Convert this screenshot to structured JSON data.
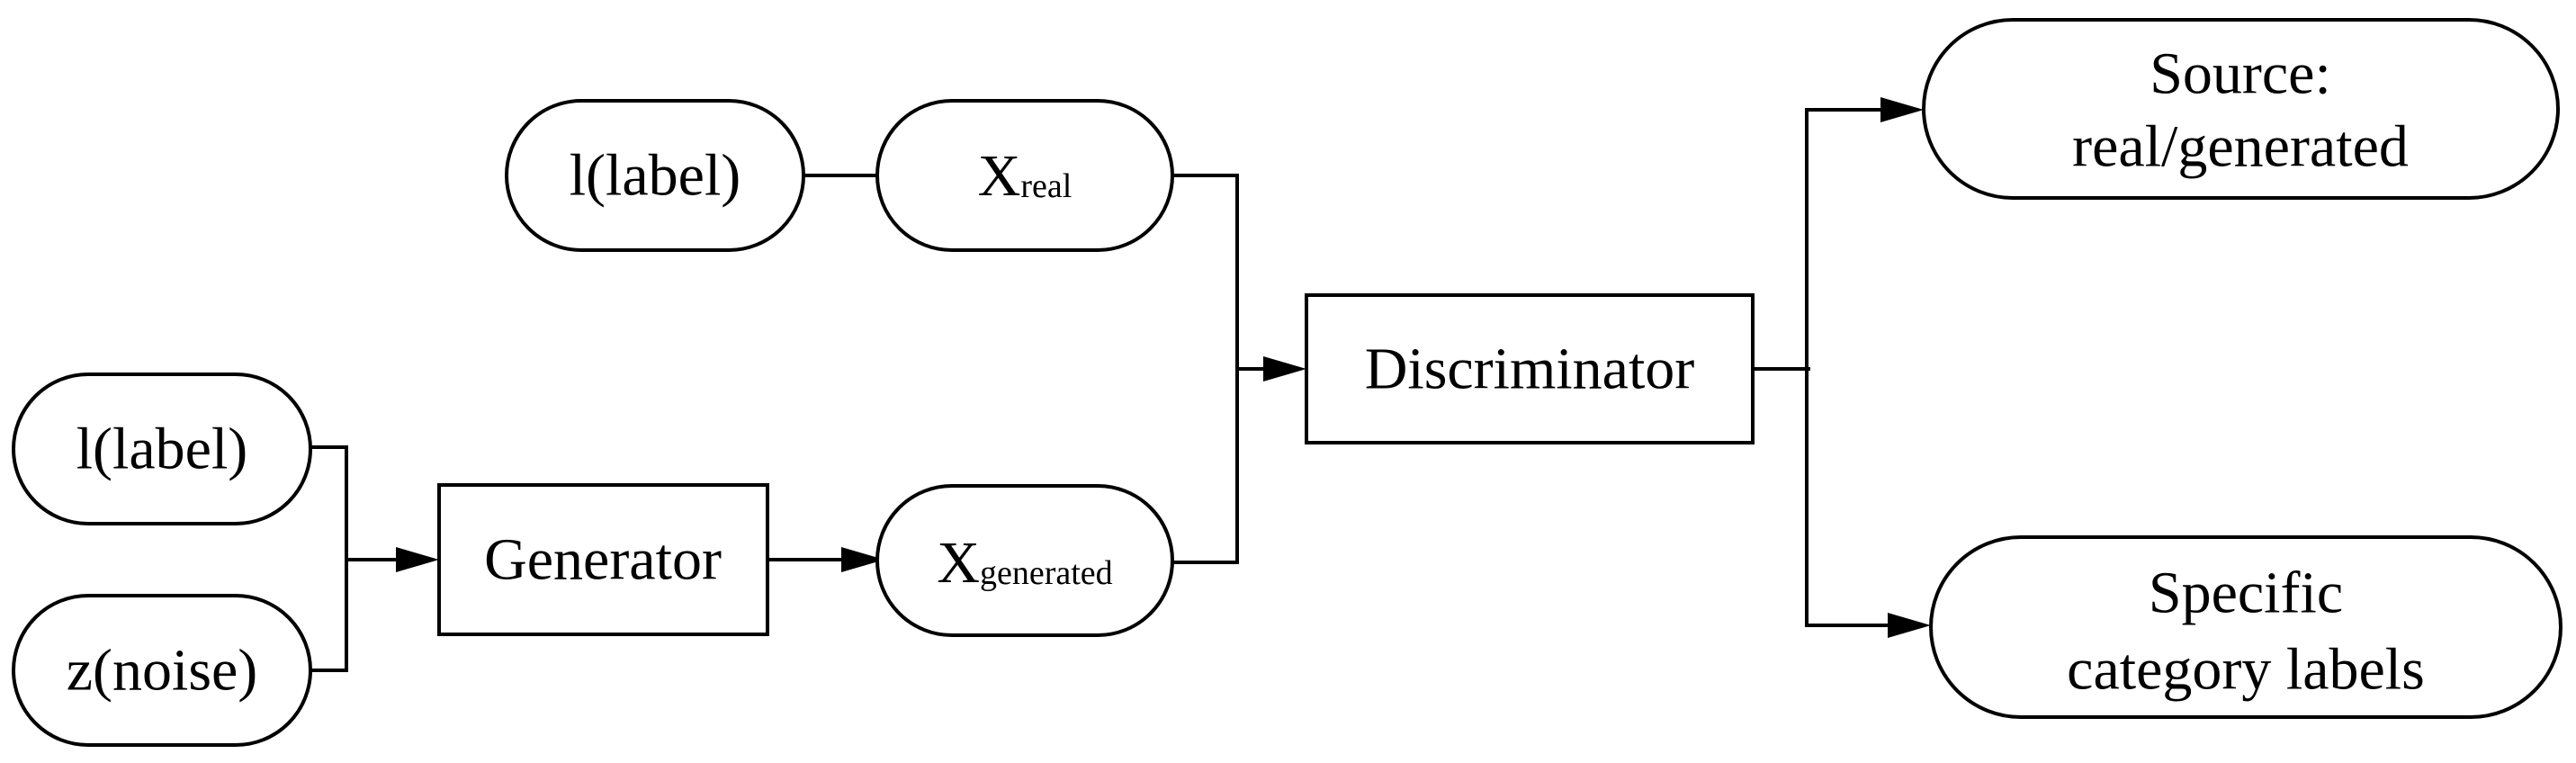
{
  "nodes": {
    "label_top": "l(label)",
    "x_real_main": "X",
    "x_real_sub": "real",
    "label_bottom": "l(label)",
    "noise": "z(noise)",
    "generator": "Generator",
    "x_gen_main": "X",
    "x_gen_sub": "generated",
    "discriminator": "Discriminator",
    "source_line1": "Source:",
    "source_line2": "real/generated",
    "category_line1": "Specific",
    "category_line2": "category labels"
  }
}
